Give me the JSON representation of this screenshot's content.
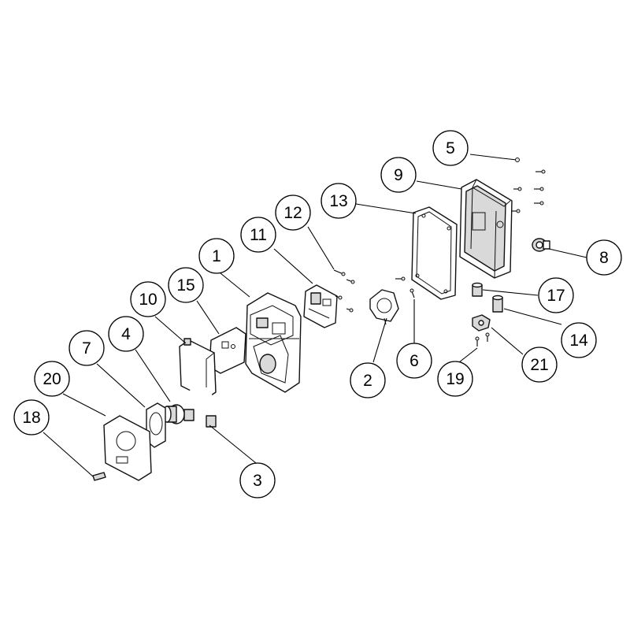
{
  "callouts": [
    "1",
    "2",
    "3",
    "4",
    "5",
    "6",
    "7",
    "8",
    "9",
    "10",
    "11",
    "12",
    "13",
    "14",
    "15",
    "17",
    "18",
    "19",
    "20",
    "21"
  ]
}
